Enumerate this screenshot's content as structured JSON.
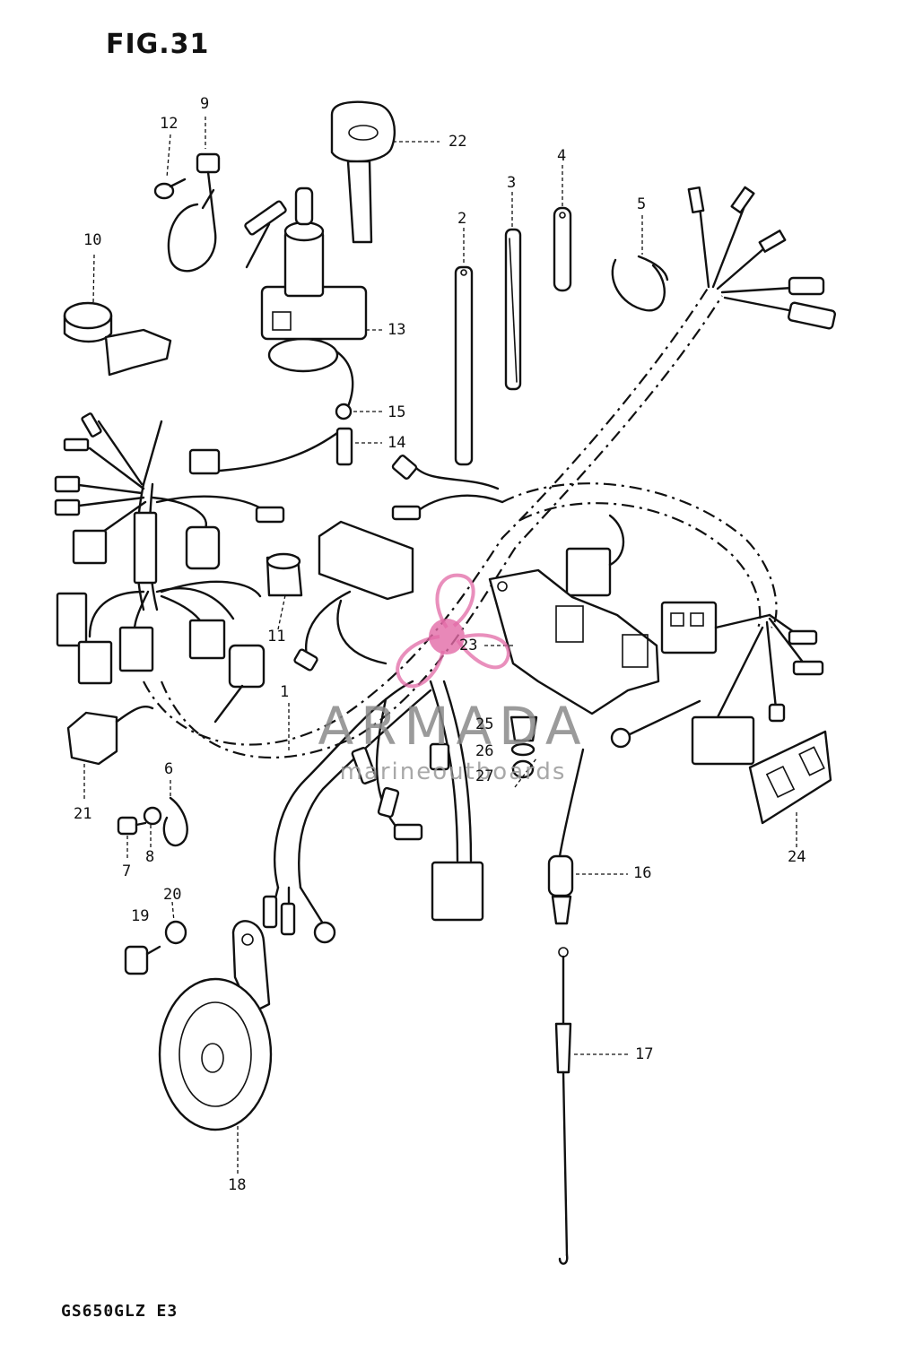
{
  "figure": {
    "title": "FIG.31",
    "model": "GS650GLZ E3"
  },
  "callouts": {
    "c1": "1",
    "c2": "2",
    "c3": "3",
    "c4": "4",
    "c5": "5",
    "c6": "6",
    "c7": "7",
    "c8": "8",
    "c9": "9",
    "c10": "10",
    "c11": "11",
    "c12": "12",
    "c13": "13",
    "c14": "14",
    "c15": "15",
    "c16": "16",
    "c17": "17",
    "c18": "18",
    "c19": "19",
    "c20": "20",
    "c21": "21",
    "c22": "22",
    "c23": "23",
    "c24": "24",
    "c25": "25",
    "c26": "26",
    "c27": "27"
  },
  "watermark": {
    "brand": "ARMADA",
    "tagline": "marineoutboards",
    "accent": "#e26aa6"
  }
}
